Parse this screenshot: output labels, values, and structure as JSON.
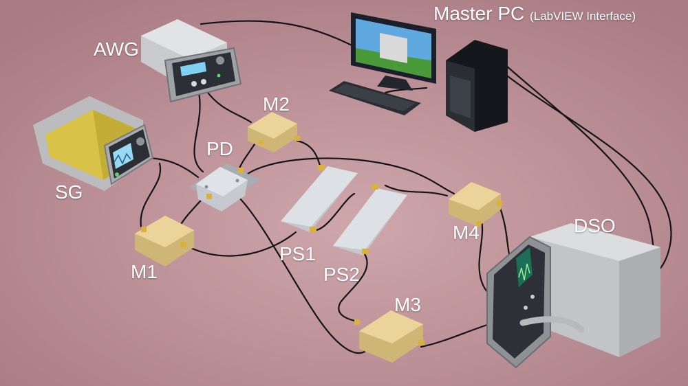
{
  "labels": {
    "master_pc": "Master PC",
    "master_pc_sub": "(LabVIEW Interface)",
    "awg": "AWG",
    "sg": "SG",
    "m1": "M1",
    "m2": "M2",
    "m3": "M3",
    "m4": "M4",
    "pd": "PD",
    "ps1": "PS1",
    "ps2": "PS2",
    "dso": "DSO"
  },
  "colors": {
    "background": "#b98f95",
    "cable": "#141414",
    "mixer": "#e6cf92",
    "splitter": "#d7dade",
    "sg_cover": "#d8c247",
    "instrument_body": "#bdbec2",
    "label_text": "#ffffff"
  }
}
